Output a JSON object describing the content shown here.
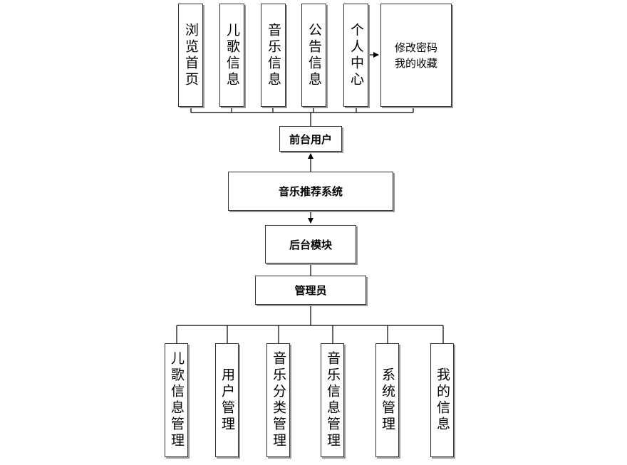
{
  "diagram": {
    "front": {
      "modules": [
        "浏览首页",
        "儿歌信息",
        "音乐信息",
        "公告信息",
        "个人中心"
      ],
      "personal_center_sub": [
        "修改密码",
        "我的收藏"
      ],
      "role": "前台用户"
    },
    "system": "音乐推荐系统",
    "back": {
      "module": "后台模块",
      "role": "管理员",
      "modules": [
        "儿歌信息管理",
        "用户管理",
        "音乐分类管理",
        "音乐信息管理",
        "系统管理",
        "我的信息"
      ]
    }
  }
}
